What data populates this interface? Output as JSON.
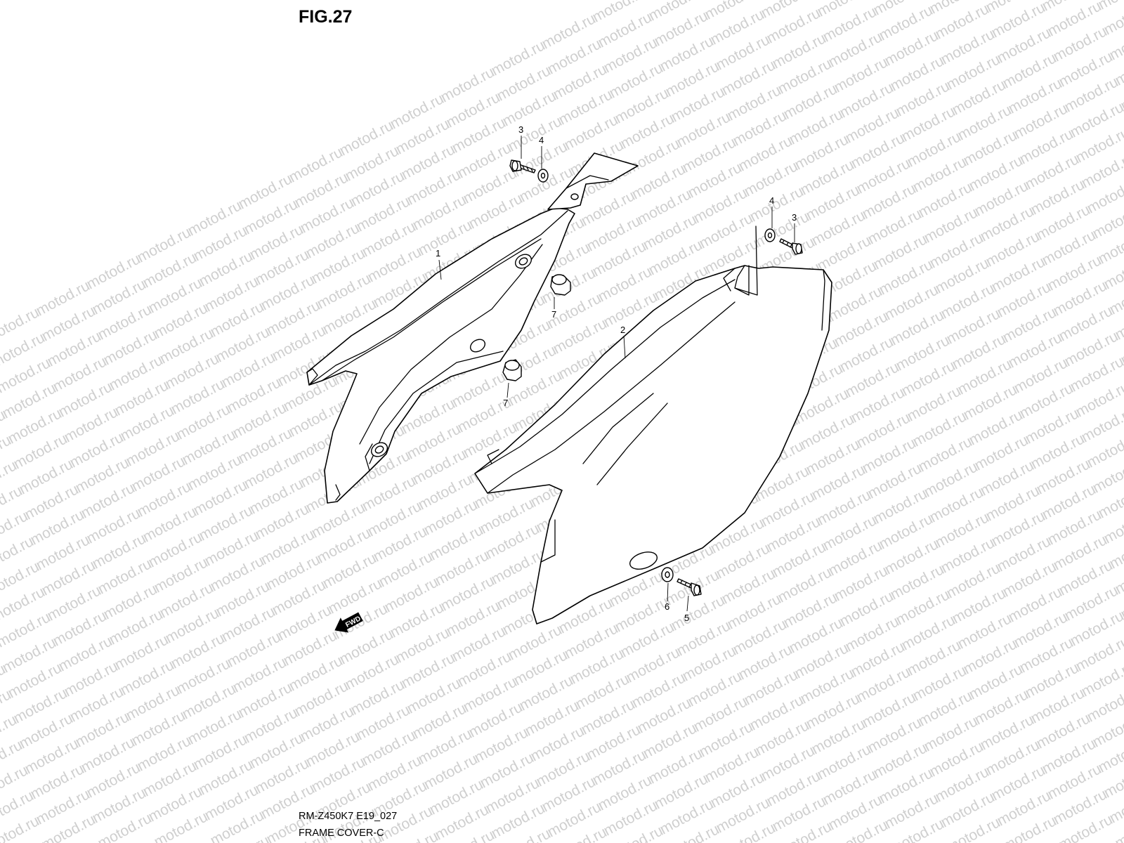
{
  "figure": {
    "title": "FIG.27",
    "code": "RM-Z450K7 E19_027",
    "caption": "FRAME COVER-C",
    "watermark": "motod.ru",
    "fwd_label": "FWD"
  },
  "callouts": [
    {
      "id": "c1",
      "label": "1"
    },
    {
      "id": "c2",
      "label": "2"
    },
    {
      "id": "c3a",
      "label": "3"
    },
    {
      "id": "c3b",
      "label": "3"
    },
    {
      "id": "c4a",
      "label": "4"
    },
    {
      "id": "c4b",
      "label": "4"
    },
    {
      "id": "c5",
      "label": "5"
    },
    {
      "id": "c6",
      "label": "6"
    },
    {
      "id": "c7a",
      "label": "7"
    },
    {
      "id": "c7b",
      "label": "7"
    }
  ],
  "colors": {
    "line": "#000000",
    "watermark": "#cfcfcf",
    "background": "#ffffff"
  }
}
